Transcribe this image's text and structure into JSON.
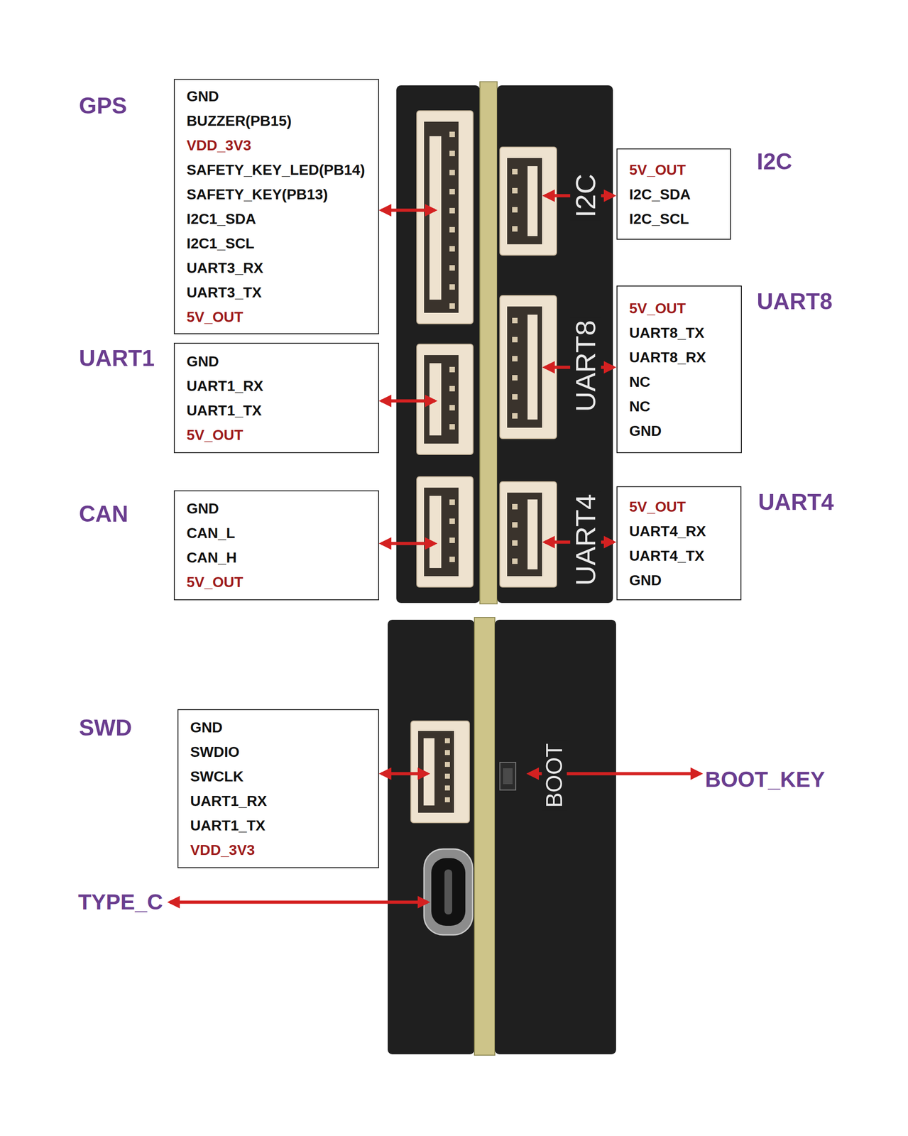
{
  "diagram": {
    "nodes": [
      {
        "text": [
          "GPS",
          "GND",
          "BUZZER(PB15)",
          "VDD_3V3",
          "SAFETY_KEY_LED(PB14)",
          "SAFETY_KEY(PB13)",
          "I2C1_SDA",
          "I2C1_SCL",
          "UART3_RX",
          "UART3_TX",
          "5V_OUT"
        ]
      },
      {
        "text": [
          "I2C",
          "5V_OUT",
          "I2C_SDA",
          "I2C_SCL"
        ]
      },
      {
        "text": [
          "UART8",
          "5V_OUT",
          "UART8_TX",
          "UART8_RX",
          "NC",
          "NC",
          "GND"
        ]
      },
      {
        "text": [
          "UART1",
          "GND",
          "UART1_RX",
          "UART1_TX",
          "5V_OUT"
        ]
      },
      {
        "text": [
          "CAN",
          "GND",
          "CAN_L",
          "CAN_H",
          "5V_OUT"
        ]
      },
      {
        "text": [
          "UART4",
          "5V_OUT",
          "UART4_RX",
          "UART4_TX",
          "GND"
        ]
      },
      {
        "text": [
          "SWD",
          "GND",
          "SWDIO",
          "SWCLK",
          "UART1_RX",
          "UART1_TX",
          "VDD_3V3"
        ]
      }
    ],
    "labels": [
      "I2C",
      "UART8",
      "UART4",
      "BOOT",
      "BOOT_KEY",
      "TYPE_C"
    ]
  }
}
